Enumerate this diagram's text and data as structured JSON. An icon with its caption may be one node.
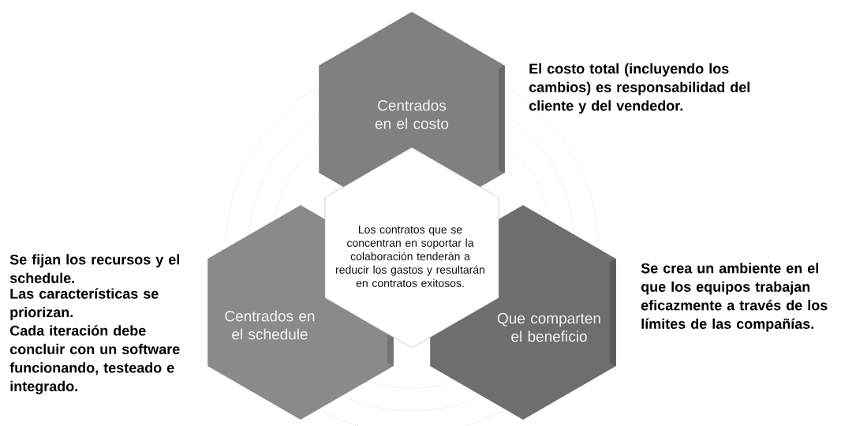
{
  "diagram": {
    "nodes": [
      {
        "text": [
          "Centrados en el costo"
        ]
      },
      {
        "text": [
          "Los contratos que se concentran en soportar la colaboración tenderán a reducir los gastos y resultarán en contratos exitosos."
        ]
      },
      {
        "text": [
          "Centrados en el schedule"
        ]
      },
      {
        "text": [
          "Que comparten el beneficio"
        ]
      }
    ],
    "labels": [
      "El costo total (incluyendo los cambios) es responsabilidad del cliente y del vendedor.",
      "Se fijan los recursos y el schedule.",
      "Las características se priorizan.",
      "Cada iteración debe concluir con un software funcionando, testeado e integrado.",
      "Se crea un ambiente en el que los equipos trabajan eficazmente a través de los límites de las compañías."
    ]
  }
}
